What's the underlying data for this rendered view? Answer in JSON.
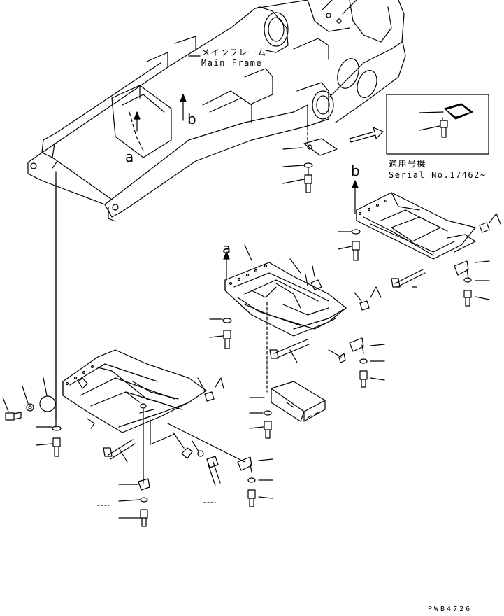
{
  "labels": {
    "main_frame_jp": "メインフレーム",
    "main_frame_en": "Main Frame",
    "applicable_jp": "適用号機",
    "serial": "Serial No.17462~",
    "drawing_code": "PWB4726"
  },
  "view_markers": {
    "a": "a",
    "b": "b"
  }
}
